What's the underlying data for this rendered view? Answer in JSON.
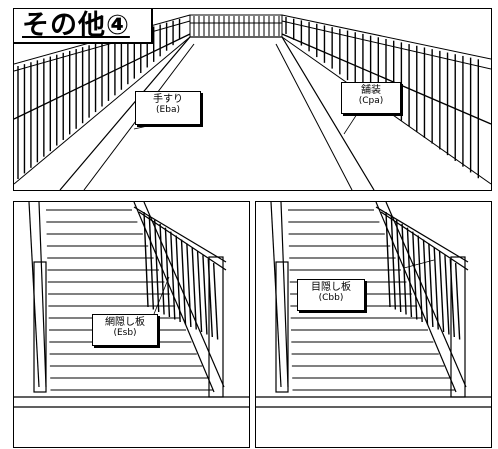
{
  "title": "その他④",
  "labels": {
    "handrail": {
      "name": "手すり",
      "code": "(Eba)"
    },
    "pavement": {
      "name": "舗装",
      "code": "(Cpa)"
    },
    "net_panel": {
      "name": "網隠し板",
      "code": "(Esb)"
    },
    "screen_panel": {
      "name": "目隠し板",
      "code": "(Cbb)"
    }
  }
}
